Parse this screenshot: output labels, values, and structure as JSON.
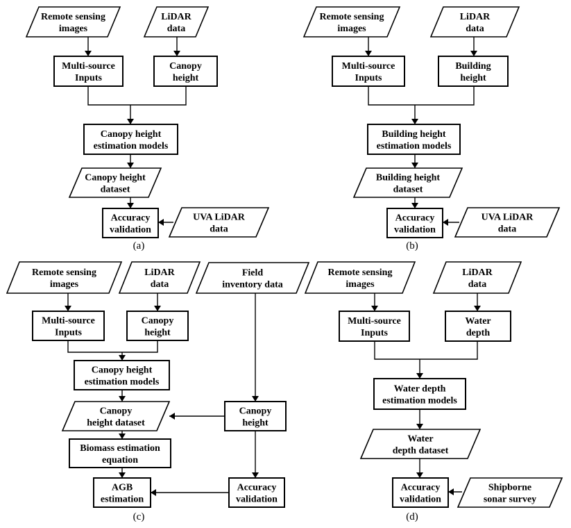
{
  "panels": [
    {
      "caption": "(a)",
      "nodes": [
        {
          "id": "a-rs",
          "shape": "parallelogram",
          "lines": [
            "Remote sensing",
            "images"
          ]
        },
        {
          "id": "a-lidar",
          "shape": "parallelogram",
          "lines": [
            "LiDAR",
            "data"
          ]
        },
        {
          "id": "a-multi",
          "shape": "rect",
          "lines": [
            "Multi-source",
            "Inputs"
          ]
        },
        {
          "id": "a-canopy",
          "shape": "rect",
          "lines": [
            "Canopy",
            "height"
          ]
        },
        {
          "id": "a-models",
          "shape": "rect",
          "lines": [
            "Canopy height",
            "estimation models"
          ]
        },
        {
          "id": "a-dataset",
          "shape": "parallelogram",
          "lines": [
            "Canopy height",
            "dataset"
          ]
        },
        {
          "id": "a-acc",
          "shape": "rect",
          "lines": [
            "Accuracy",
            "validation"
          ]
        },
        {
          "id": "a-uva",
          "shape": "parallelogram",
          "lines": [
            "UVA LiDAR",
            "data"
          ]
        }
      ]
    },
    {
      "caption": "(b)",
      "nodes": [
        {
          "id": "b-rs",
          "shape": "parallelogram",
          "lines": [
            "Remote sensing",
            "images"
          ]
        },
        {
          "id": "b-lidar",
          "shape": "parallelogram",
          "lines": [
            "LiDAR",
            "data"
          ]
        },
        {
          "id": "b-multi",
          "shape": "rect",
          "lines": [
            "Multi-source",
            "Inputs"
          ]
        },
        {
          "id": "b-bh",
          "shape": "rect",
          "lines": [
            "Building",
            "height"
          ]
        },
        {
          "id": "b-models",
          "shape": "rect",
          "lines": [
            "Building height",
            "estimation models"
          ]
        },
        {
          "id": "b-dataset",
          "shape": "parallelogram",
          "lines": [
            "Building height",
            "dataset"
          ]
        },
        {
          "id": "b-acc",
          "shape": "rect",
          "lines": [
            "Accuracy",
            "validation"
          ]
        },
        {
          "id": "b-uva",
          "shape": "parallelogram",
          "lines": [
            "UVA LiDAR",
            "data"
          ]
        }
      ]
    },
    {
      "caption": "(c)",
      "nodes": [
        {
          "id": "c-rs",
          "shape": "parallelogram",
          "lines": [
            "Remote sensing",
            "images"
          ]
        },
        {
          "id": "c-lidar",
          "shape": "parallelogram",
          "lines": [
            "LiDAR",
            "data"
          ]
        },
        {
          "id": "c-field",
          "shape": "parallelogram",
          "lines": [
            "Field",
            "inventory data"
          ]
        },
        {
          "id": "c-multi",
          "shape": "rect",
          "lines": [
            "Multi-source",
            "Inputs"
          ]
        },
        {
          "id": "c-canopy",
          "shape": "rect",
          "lines": [
            "Canopy",
            "height"
          ]
        },
        {
          "id": "c-models",
          "shape": "rect",
          "lines": [
            "Canopy height",
            "estimation models"
          ]
        },
        {
          "id": "c-dataset",
          "shape": "parallelogram",
          "lines": [
            "Canopy",
            "height dataset"
          ]
        },
        {
          "id": "c-canopy2",
          "shape": "rect",
          "lines": [
            "Canopy",
            "height"
          ]
        },
        {
          "id": "c-biomass",
          "shape": "rect",
          "lines": [
            "Biomass estimation",
            "equation"
          ]
        },
        {
          "id": "c-agb",
          "shape": "rect",
          "lines": [
            "AGB",
            "estimation"
          ]
        },
        {
          "id": "c-acc",
          "shape": "rect",
          "lines": [
            "Accuracy",
            "validation"
          ]
        }
      ]
    },
    {
      "caption": "(d)",
      "nodes": [
        {
          "id": "d-rs",
          "shape": "parallelogram",
          "lines": [
            "Remote sensing",
            "images"
          ]
        },
        {
          "id": "d-lidar",
          "shape": "parallelogram",
          "lines": [
            "LiDAR",
            "data"
          ]
        },
        {
          "id": "d-multi",
          "shape": "rect",
          "lines": [
            "Multi-source",
            "Inputs"
          ]
        },
        {
          "id": "d-wd",
          "shape": "rect",
          "lines": [
            "Water",
            "depth"
          ]
        },
        {
          "id": "d-models",
          "shape": "rect",
          "lines": [
            "Water depth",
            "estimation models"
          ]
        },
        {
          "id": "d-dataset",
          "shape": "parallelogram",
          "lines": [
            "Water",
            "depth dataset"
          ]
        },
        {
          "id": "d-acc",
          "shape": "rect",
          "lines": [
            "Accuracy",
            "validation"
          ]
        },
        {
          "id": "d-sonar",
          "shape": "parallelogram",
          "lines": [
            "Shipborne",
            "sonar survey"
          ]
        }
      ]
    }
  ]
}
